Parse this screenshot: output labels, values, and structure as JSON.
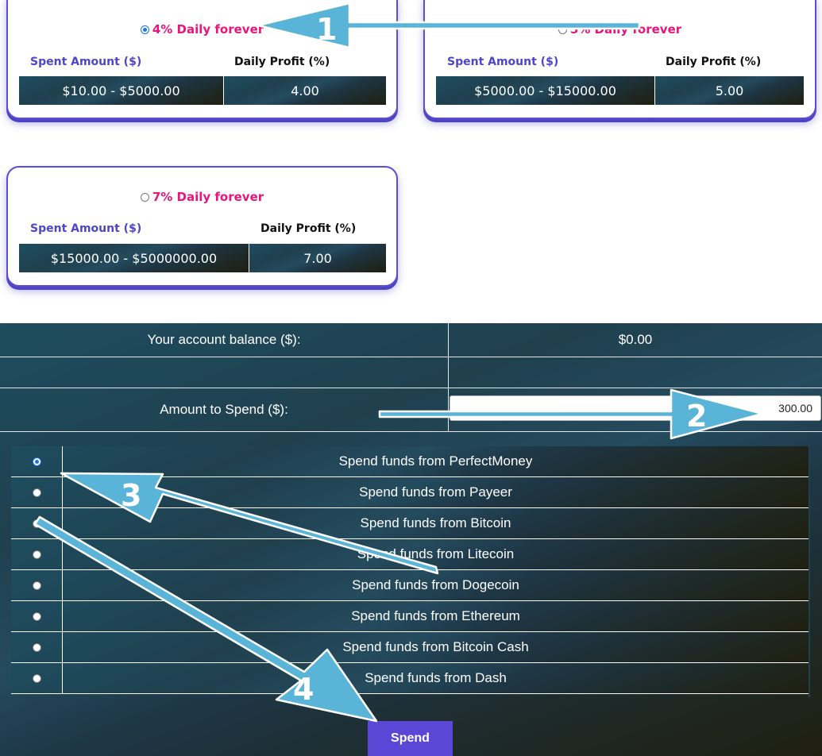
{
  "plans": [
    {
      "title": "4% Daily forever",
      "selected": true,
      "col1": "Spent Amount ($)",
      "col2": "Daily Profit (%)",
      "range": "$10.00 - $5000.00",
      "profit": "4.00"
    },
    {
      "title": "5% Daily forever",
      "selected": false,
      "col1": "Spent Amount ($)",
      "col2": "Daily Profit (%)",
      "range": "$5000.00 - $15000.00",
      "profit": "5.00"
    },
    {
      "title": "7% Daily forever",
      "selected": false,
      "col1": "Spent Amount ($)",
      "col2": "Daily Profit (%)",
      "range": "$15000.00 - $5000000.00",
      "profit": "7.00"
    }
  ],
  "form": {
    "balance_label": "Your account balance ($):",
    "balance_value": "$0.00",
    "amount_label": "Amount to Spend ($):",
    "amount_value": "300.00"
  },
  "payment_options": [
    {
      "label": "Spend funds from PerfectMoney",
      "selected": true
    },
    {
      "label": "Spend funds from Payeer",
      "selected": false
    },
    {
      "label": "Spend funds from Bitcoin",
      "selected": false
    },
    {
      "label": "Spend funds from Litecoin",
      "selected": false
    },
    {
      "label": "Spend funds from Dogecoin",
      "selected": false
    },
    {
      "label": "Spend funds from Ethereum",
      "selected": false
    },
    {
      "label": "Spend funds from Bitcoin Cash",
      "selected": false
    },
    {
      "label": "Spend funds from Dash",
      "selected": false
    }
  ],
  "submit_label": "Spend",
  "annotations": [
    "1",
    "2",
    "3",
    "4"
  ],
  "colors": {
    "accent": "#5a47d6",
    "plan_title": "#e8157a",
    "header": "#4d47c8",
    "arrow": "#5ab4d8"
  }
}
